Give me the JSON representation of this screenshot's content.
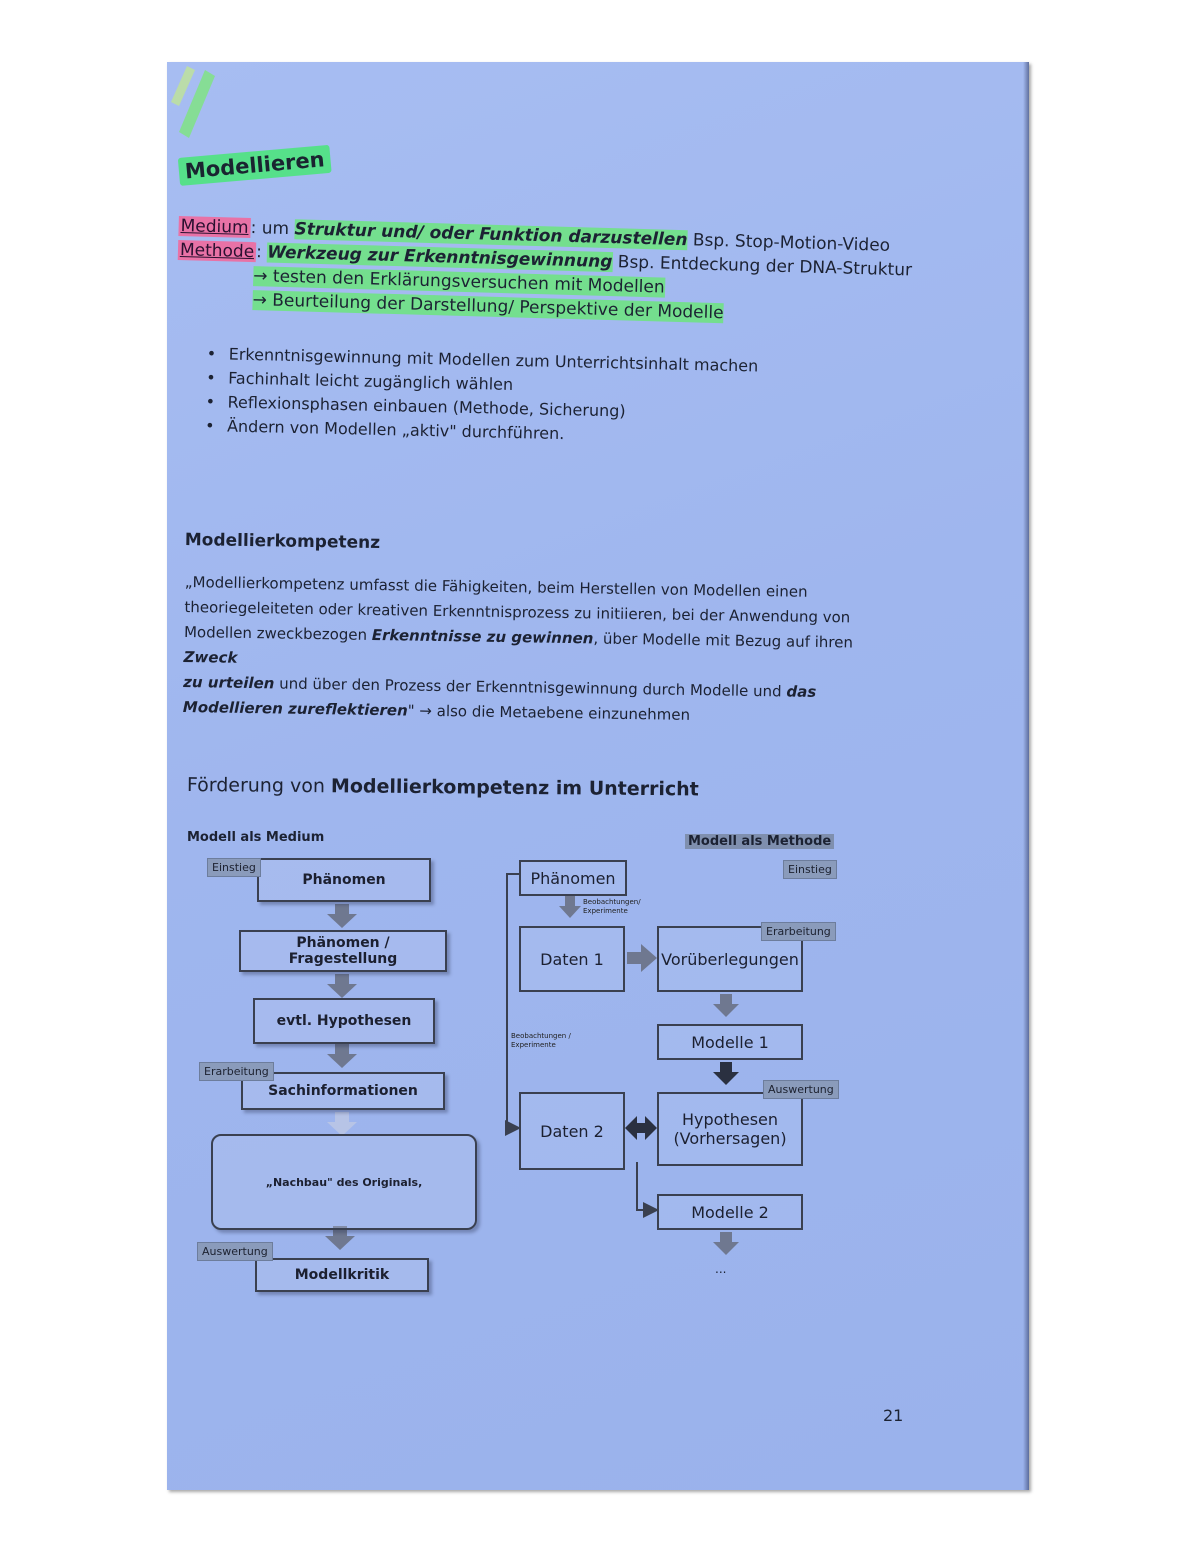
{
  "title": "Modellieren",
  "definitions": {
    "medium_label": "Medium",
    "medium_prefix": ": um ",
    "medium_highlight": "Struktur und/ oder Funktion darzustellen",
    "medium_example": " Bsp. Stop-Motion-Video",
    "methode_label": "Methode",
    "methode_prefix": ": ",
    "methode_highlight": "Werkzeug zur Erkenntnisgewinnung",
    "methode_example": " Bsp. Entdeckung der DNA-Struktur",
    "sub1": "→ testen den Erklärungsversuchen mit Modellen",
    "sub2": "→ Beurteilung der Darstellung/ Perspektive der Modelle"
  },
  "bullets": [
    "Erkenntnisgewinnung mit Modellen zum Unterrichtsinhalt machen",
    "Fachinhalt leicht zugänglich wählen",
    "Reflexionsphasen einbauen (Methode, Sicherung)",
    "Ändern von Modellen „aktiv\" durchführen."
  ],
  "section2": {
    "heading": "Modellierkompetenz",
    "q1": "„Modellierkompetenz umfasst die Fähigkeiten, beim Herstellen von Modellen einen",
    "q2": "theoriegeleiteten oder kreativen Erkenntnisprozess zu initiieren, bei der Anwendung von",
    "q3a": "Modellen zweckbezogen ",
    "q3b": "Erkenntnisse zu gewinnen",
    "q3c": ", über Modelle mit Bezug auf ihren ",
    "q3d": "Zweck",
    "q4a": "zu urteilen",
    "q4b": " und über den Prozess der Erkenntnisgewinnung durch Modelle und ",
    "q4c": "das",
    "q5a": "Modellieren zureflektieren",
    "q5b": "\"  → also die Metaebene einzunehmen"
  },
  "section3": {
    "heading_pre": "Förderung von ",
    "heading_bold": "Modellierkompetenz im Unterricht"
  },
  "diagram": {
    "left_title": "Modell als Medium",
    "right_title": "Modell als Methode",
    "left_boxes": [
      "Phänomen",
      "Phänomen / Fragestellung",
      "evtl. Hypothesen",
      "Sachinformationen",
      "„Nachbau\" des Originals,",
      "Modellkritik"
    ],
    "left_tags": [
      "Einstieg",
      "Erarbeitung",
      "Auswertung"
    ],
    "right_boxes": {
      "phaenomen": "Phänomen",
      "daten1": "Daten 1",
      "voruberlegungen": "Vorüberlegungen",
      "modelle1": "Modelle 1",
      "daten2": "Daten 2",
      "hypothesen": "Hypothesen\n(Vorhersagen)",
      "modelle2": "Modelle 2"
    },
    "right_tags": [
      "Einstieg",
      "Erarbeitung",
      "Auswertung"
    ],
    "note_top": "Beobachtungen/\nExperimente",
    "note_side": "Beobachtungen /\nExperimente",
    "ellipsis": "..."
  },
  "page_number": "21",
  "colors": {
    "page_blue": "#a3b9f0",
    "highlight_green": "#64eb6e",
    "highlight_pink": "#ff5a8c",
    "tag_grey": "#8a9bbb"
  }
}
